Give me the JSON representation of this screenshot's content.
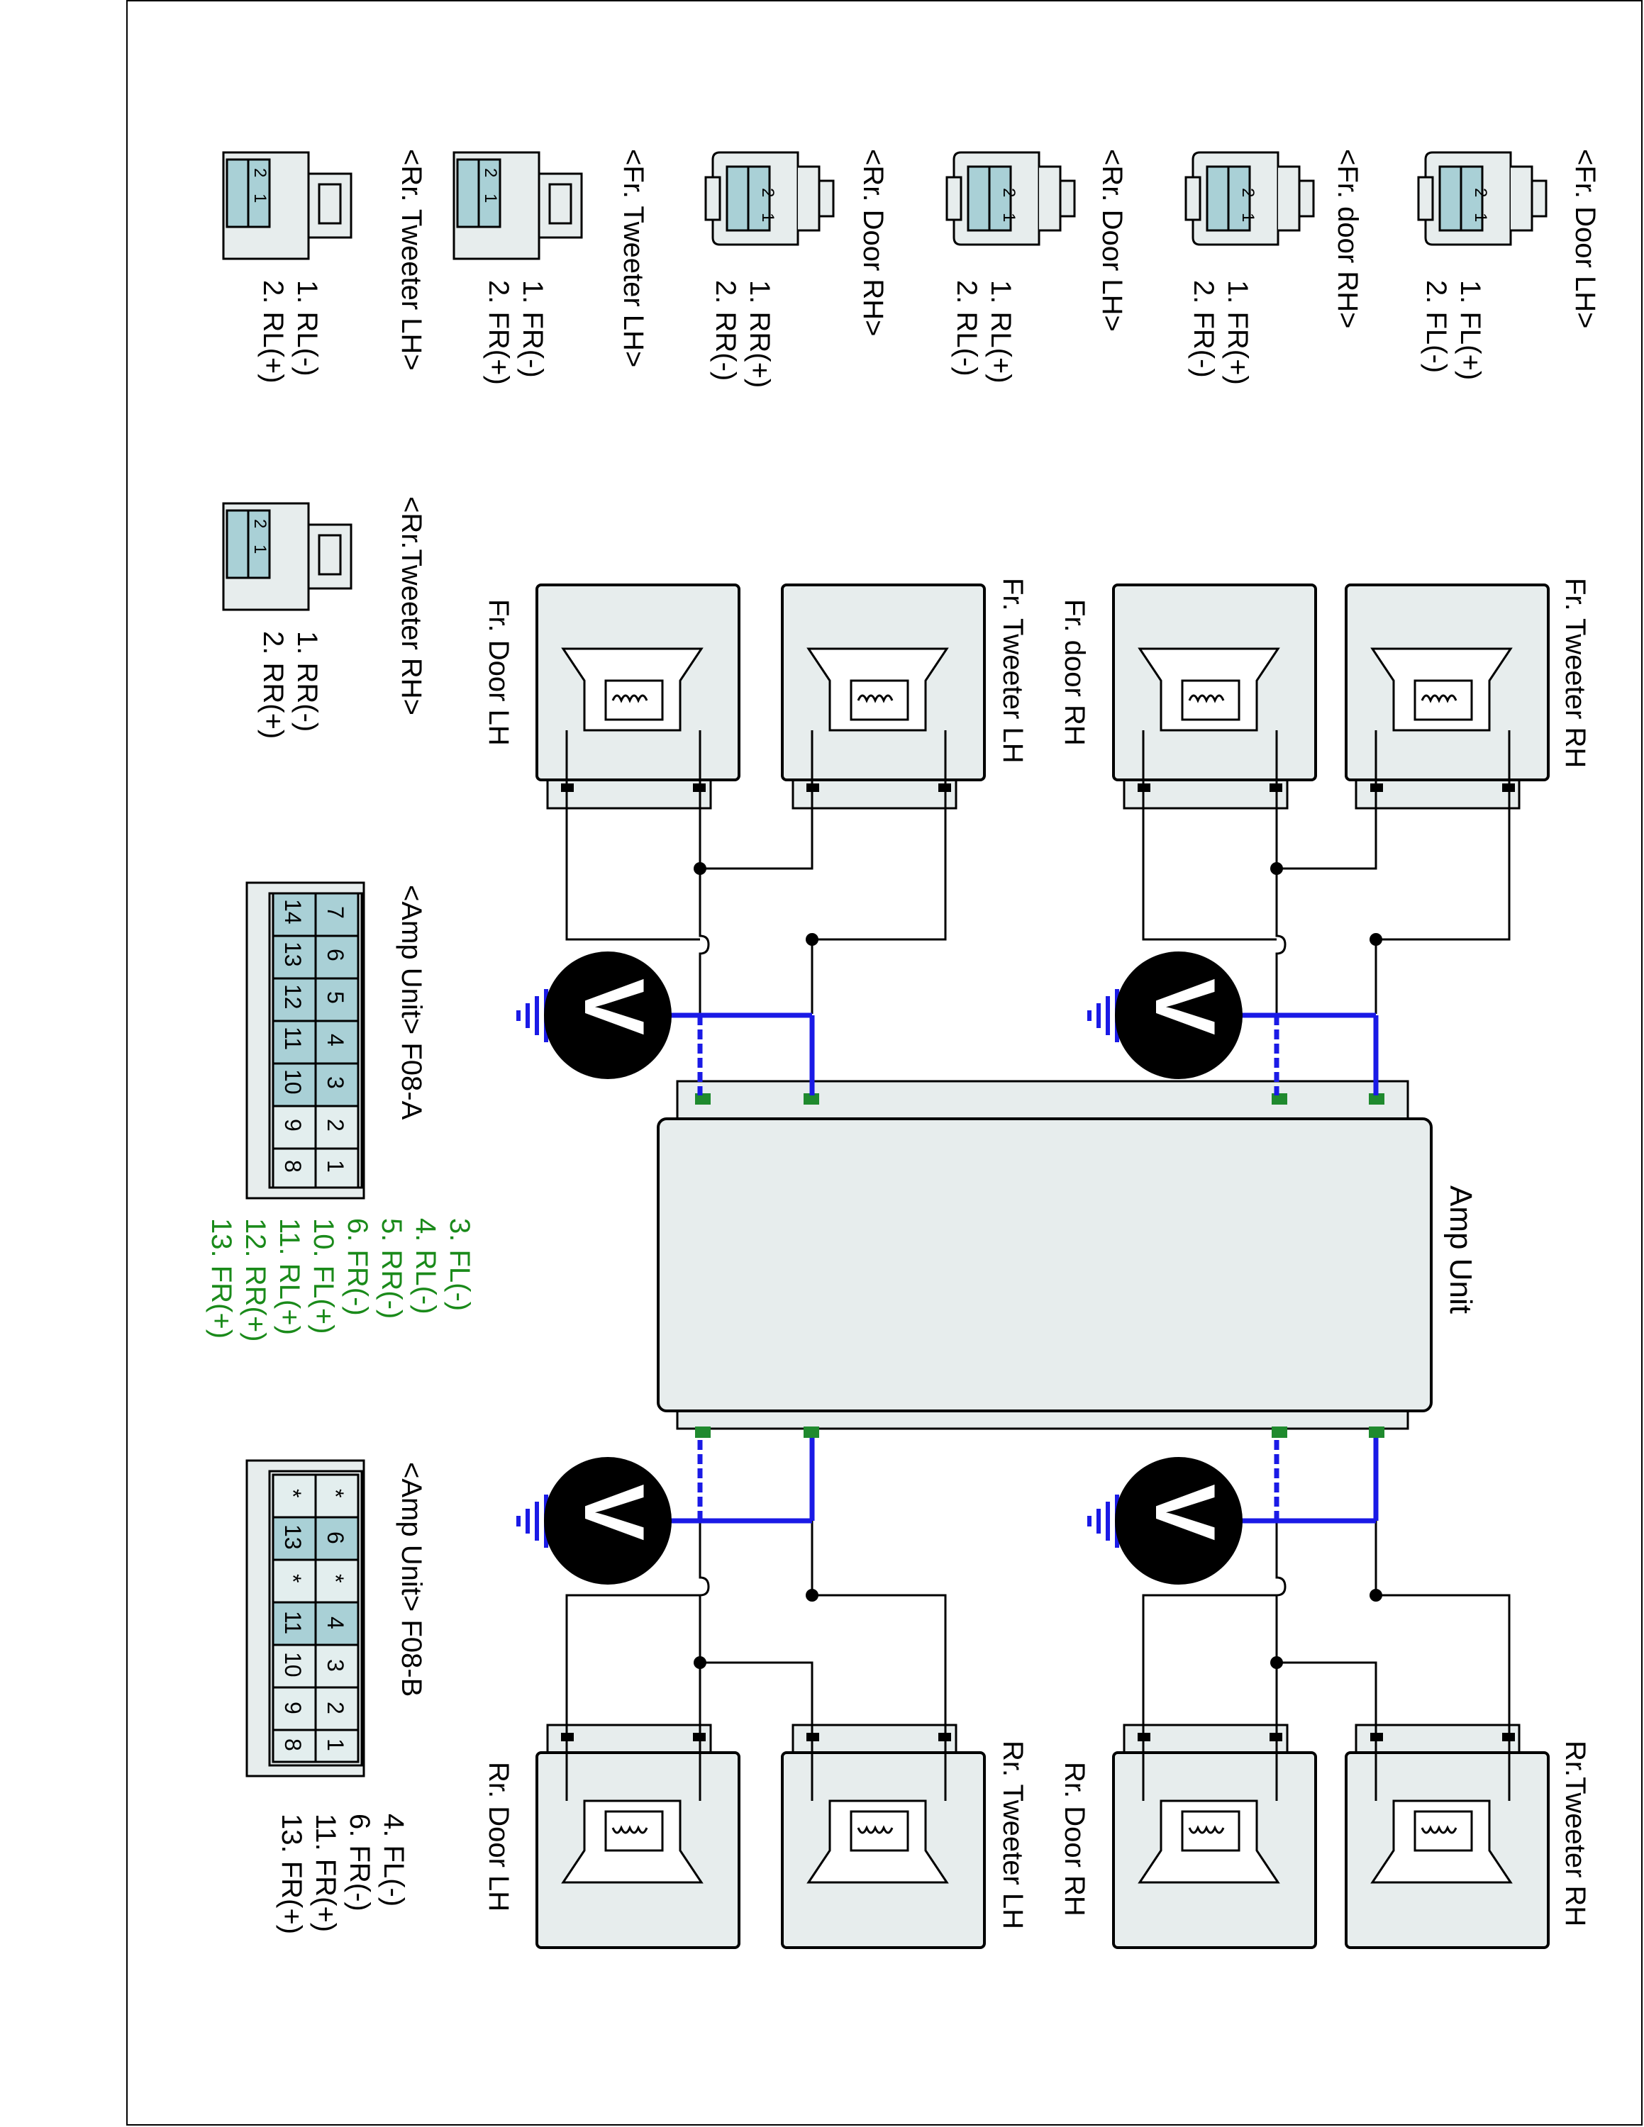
{
  "colors": {
    "wire": "#000000",
    "ground_wire": "#1a1ae6",
    "pin_fill": "#a9d0d6",
    "pin_empty": "#e3eeee",
    "body_fill": "#e7eded",
    "terminal": "#1f8a2e",
    "green_text": "#1a8a1a"
  },
  "connectors": [
    {
      "title": "<Fr. Door LH>",
      "pins": [
        "1. FL(+)",
        "2. FL(-)"
      ]
    },
    {
      "title": "<Fr. door RH>",
      "pins": [
        "1. FR(+)",
        "2. FR(-)"
      ]
    },
    {
      "title": "<Rr. Door LH>",
      "pins": [
        "1. RL(+)",
        "2. RL(-)"
      ]
    },
    {
      "title": "<Rr. Door RH>",
      "pins": [
        "1. RR(+)",
        "2. RR(-)"
      ]
    },
    {
      "title": "<Fr. Tweeter LH>",
      "pins": [
        "1. FR(-)",
        "2. FR(+)"
      ]
    },
    {
      "title": "<Rr. Tweeter LH>",
      "pins": [
        "1. RL(-)",
        "2. RL(+)"
      ]
    },
    {
      "title": "<Rr.Tweeter RH>",
      "pins": [
        "1. RR(-)",
        "2. RR(+)"
      ]
    }
  ],
  "pin_numbers": {
    "one": "1",
    "two": "2"
  },
  "amp_a": {
    "title": "<Amp Unit> F08-A",
    "row1": [
      "7",
      "6",
      "5",
      "4",
      "3",
      "2",
      "1"
    ],
    "row2": [
      "14",
      "13",
      "12",
      "11",
      "10",
      "9",
      "8"
    ],
    "pins": [
      "3. FL(-)",
      "4. RL(-)",
      "5. RR(-)",
      "6. FR(-)",
      "10. FL(+)",
      "11. RL(+)",
      "12. RR(+)",
      "13. FR(+)"
    ]
  },
  "amp_b": {
    "title": "<Amp Unit> F08-B",
    "row1": [
      "*",
      "6",
      "*",
      "4",
      "3",
      "2",
      "1"
    ],
    "row2": [
      "*",
      "13",
      "*",
      "11",
      "10",
      "9",
      "8"
    ],
    "pins": [
      "4. FL(-)",
      "6. FR(-)",
      "11. FR(+)",
      "13. FR(+)"
    ]
  },
  "speakers": {
    "fr_tweeter_rh": "Fr. Tweeter RH",
    "fr_door_rh": "Fr. door RH",
    "fr_tweeter_lh": "Fr. Tweeter LH",
    "fr_door_lh": "Fr. Door LH",
    "rr_tweeter_rh": "Rr.Tweeter RH",
    "rr_door_rh": "Rr. Door RH",
    "rr_tweeter_lh": "Rr. Tweeter LH",
    "rr_door_lh": "Rr. Door LH"
  },
  "amp_unit_label": "Amp Unit",
  "meter_symbol": "V"
}
